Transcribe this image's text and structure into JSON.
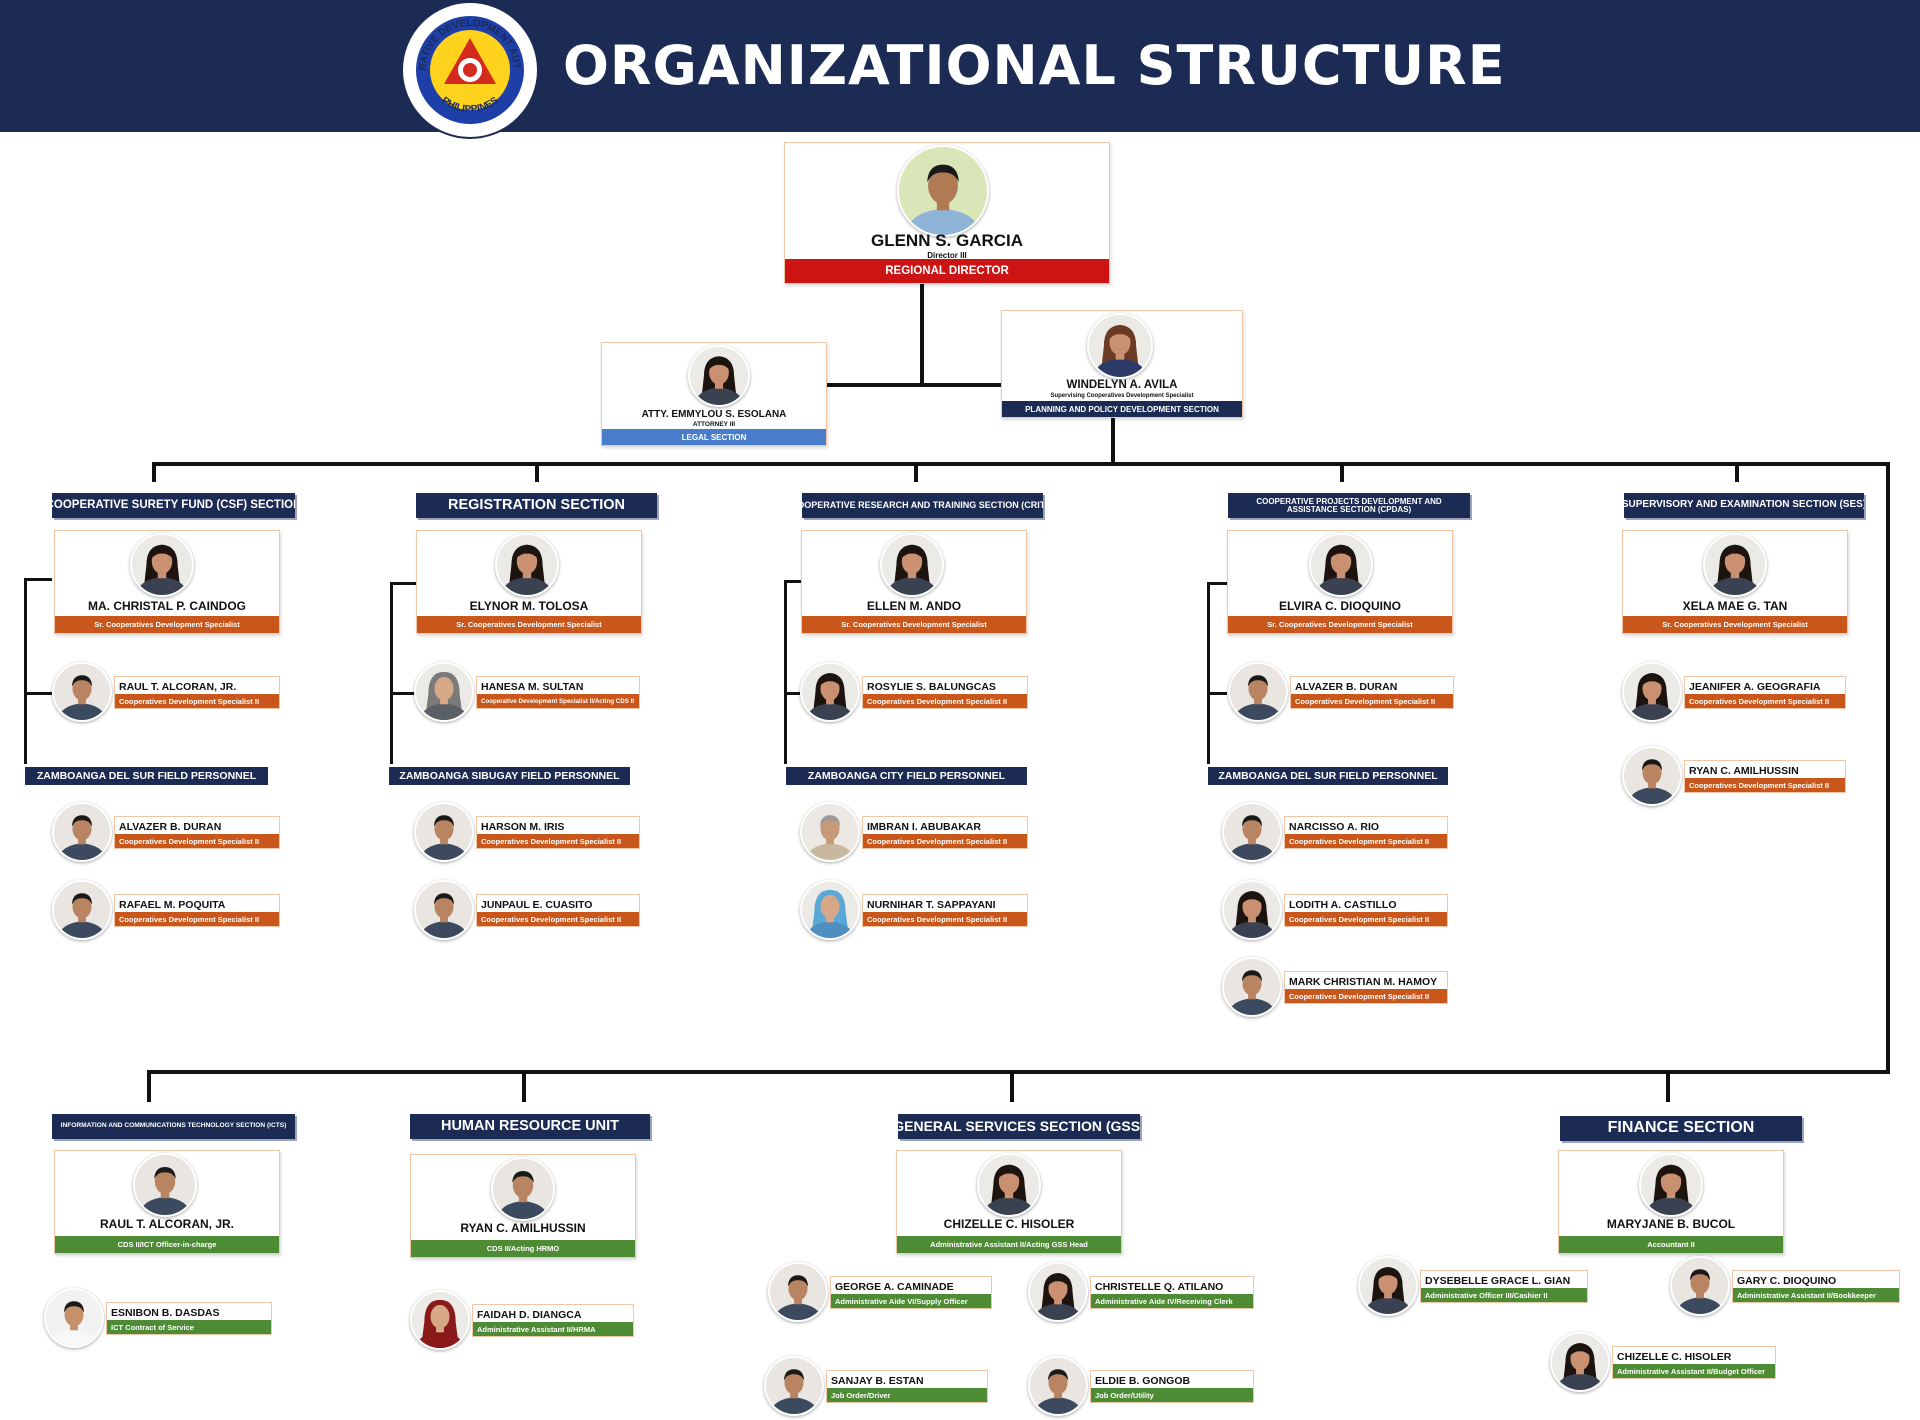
{
  "header": {
    "title": "ORGANIZATIONAL STRUCTURE",
    "logo_text": [
      "COOPERATIVE DEVELOPMENT AUTHORITY",
      "PHILIPPINES"
    ]
  },
  "colors": {
    "navy": "#1b2b54",
    "orange": "#c9561b",
    "green": "#4d8b34",
    "red": "#cc1414",
    "blue": "#4a7ccc"
  },
  "director": {
    "name": "GLENN S. GARCIA",
    "position": "Director III",
    "role": "REGIONAL DIRECTOR"
  },
  "legal": {
    "name": "ATTY. EMMYLOU S. ESOLANA",
    "position": "ATTORNEY III",
    "section": "LEGAL SECTION"
  },
  "planning": {
    "name": "WINDELYN A. AVILA",
    "position": "Supervising Cooperatives Development Specialist",
    "section": "PLANNING AND POLICY DEVELOPMENT SECTION"
  },
  "csf": {
    "section": "COOPERATIVE SURETY FUND (CSF) SECTION",
    "head": {
      "name": "MA. CHRISTAL P. CAINDOG",
      "position": "Sr. Cooperatives Development Specialist"
    },
    "staff": [
      {
        "name": "RAUL T. ALCORAN, JR.",
        "position": "Cooperatives Development Specialist II"
      }
    ],
    "field_label": "ZAMBOANGA DEL SUR FIELD PERSONNEL",
    "field": [
      {
        "name": "ALVAZER B. DURAN",
        "position": "Cooperatives Development Specialist II"
      },
      {
        "name": "RAFAEL M. POQUITA",
        "position": "Cooperatives Development Specialist II"
      }
    ]
  },
  "registration": {
    "section": "REGISTRATION SECTION",
    "head": {
      "name": "ELYNOR M. TOLOSA",
      "position": "Sr. Cooperatives Development Specialist"
    },
    "staff": [
      {
        "name": "HANESA M. SULTAN",
        "position": "Cooperative Development Specialist II/Acting CDS II"
      }
    ],
    "field_label": "ZAMBOANGA SIBUGAY FIELD PERSONNEL",
    "field": [
      {
        "name": "HARSON M. IRIS",
        "position": "Cooperatives Development Specialist II"
      },
      {
        "name": "JUNPAUL E. CUASITO",
        "position": "Cooperatives Development Specialist II"
      }
    ]
  },
  "crits": {
    "section": "COOPERATIVE RESEARCH AND TRAINING SECTION (CRITS)",
    "head": {
      "name": "ELLEN M. ANDO",
      "position": "Sr. Cooperatives Development Specialist"
    },
    "staff": [
      {
        "name": "ROSYLIE S. BALUNGCAS",
        "position": "Cooperatives Development Specialist II"
      }
    ],
    "field_label": "ZAMBOANGA CITY FIELD PERSONNEL",
    "field": [
      {
        "name": "IMBRAN I. ABUBAKAR",
        "position": "Cooperatives Development Specialist II"
      },
      {
        "name": "NURNIHAR T. SAPPAYANI",
        "position": "Cooperatives Development Specialist II"
      }
    ]
  },
  "cpdas": {
    "section_line1": "COOPERATIVE PROJECTS DEVELOPMENT AND",
    "section_line2": "ASSISTANCE SECTION (CPDAS)",
    "head": {
      "name": "ELVIRA C. DIOQUINO",
      "position": "Sr. Cooperatives Development Specialist"
    },
    "staff": [
      {
        "name": "ALVAZER B. DURAN",
        "position": "Cooperatives Development Specialist II"
      }
    ],
    "field_label": "ZAMBOANGA DEL SUR FIELD PERSONNEL",
    "field": [
      {
        "name": "NARCISSO A. RIO",
        "position": "Cooperatives Development Specialist II"
      },
      {
        "name": "LODITH A. CASTILLO",
        "position": "Cooperatives Development Specialist II"
      },
      {
        "name": "MARK CHRISTIAN M. HAMOY",
        "position": "Cooperatives Development Specialist II"
      }
    ]
  },
  "ses": {
    "section": "SUPERVISORY AND EXAMINATION SECTION (SES)",
    "head": {
      "name": "XELA MAE G. TAN",
      "position": "Sr. Cooperatives Development Specialist"
    },
    "staff": [
      {
        "name": "JEANIFER A. GEOGRAFIA",
        "position": "Cooperatives Development Specialist II"
      },
      {
        "name": "RYAN C. AMILHUSSIN",
        "position": "Cooperatives Development Specialist II"
      }
    ]
  },
  "icts": {
    "section": "INFORMATION AND COMMUNICATIONS TECHNOLOGY SECTION (ICTS)",
    "head": {
      "name": "RAUL T. ALCORAN, JR.",
      "position": "CDS II/ICT Officer-in-charge"
    },
    "staff": [
      {
        "name": "ESNIBON B. DASDAS",
        "position": "ICT Contract of Service"
      }
    ]
  },
  "hr": {
    "section": "HUMAN RESOURCE UNIT",
    "head": {
      "name": "RYAN C. AMILHUSSIN",
      "position": "CDS II/Acting HRMO"
    },
    "staff": [
      {
        "name": "FAIDAH D. DIANGCA",
        "position": "Administrative Assistant II/HRMA"
      }
    ]
  },
  "gss": {
    "section": "GENERAL SERVICES SECTION (GSS)",
    "head": {
      "name": "CHIZELLE C. HISOLER",
      "position": "Administrative Assistant II/Acting GSS Head"
    },
    "staff": [
      {
        "name": "GEORGE A. CAMINADE",
        "position": "Administrative Aide VI/Supply Officer"
      },
      {
        "name": "CHRISTELLE Q. ATILANO",
        "position": "Administrative Aide IV/Receiving Clerk"
      },
      {
        "name": "SANJAY B. ESTAN",
        "position": "Job Order/Driver"
      },
      {
        "name": "ELDIE B. GONGOB",
        "position": "Job Order/Utility"
      }
    ]
  },
  "finance": {
    "section": "FINANCE SECTION",
    "head": {
      "name": "MARYJANE B. BUCOL",
      "position": "Accountant II"
    },
    "staff": [
      {
        "name": "DYSEBELLE GRACE L. GIAN",
        "position": "Administrative Officer III/Cashier II"
      },
      {
        "name": "GARY C. DIOQUINO",
        "position": "Administrative Assistant II/Bookkeeper"
      },
      {
        "name": "CHIZELLE C. HISOLER",
        "position": "Administrative Assistant II/Budget Officer"
      }
    ]
  }
}
